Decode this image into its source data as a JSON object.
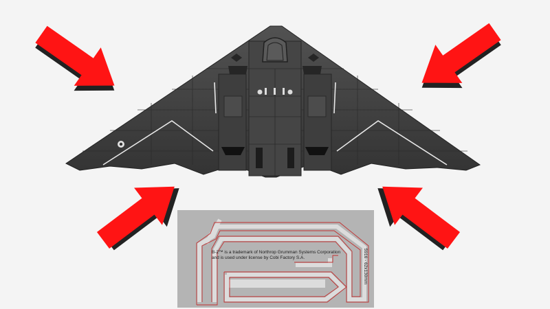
{
  "scene": {
    "subject": "b2-bomber-brick-model-top-view",
    "colors": {
      "background": "#f4f4f4",
      "model_dark": "#3b3b3b",
      "model_mid": "#4a4a4a",
      "arrow": "#ff1414",
      "arrow_shadow": "#222222",
      "sticker_sheet": "#b4b4b4",
      "sticker_outline": "#d8d8d8",
      "sticker_red_line": "#c23030"
    },
    "arrow_count": 4
  },
  "sticker_sheet": {
    "notice_line_1": "B-2™ is a trademark of Northrop Grumman Systems Corporation",
    "notice_line_2": "and is used under license by Cobi Factory S.A.",
    "code": "5916 - 62x130mm"
  }
}
